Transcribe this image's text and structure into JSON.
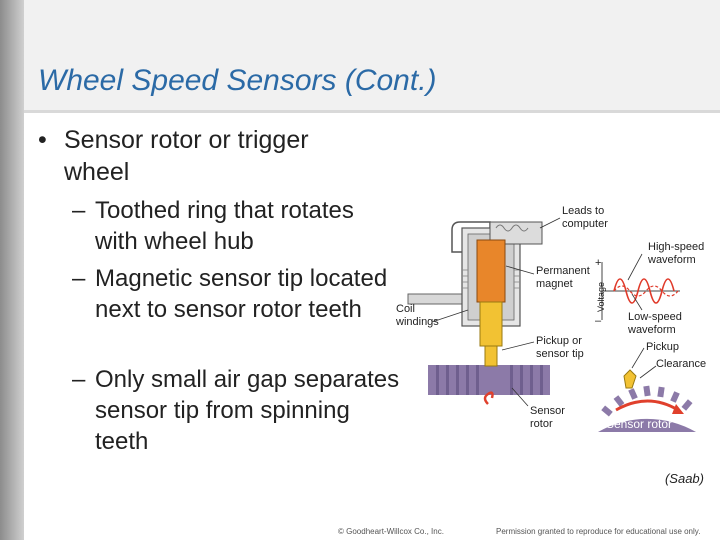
{
  "slide": {
    "title": "Wheel Speed Sensors (Cont.)",
    "bullet": {
      "text": "Sensor rotor or trigger wheel",
      "subitems": [
        "Toothed ring that rotates with wheel hub",
        "Magnetic sensor tip located next to sensor rotor teeth",
        "Only small air gap separates sensor tip from spinning teeth"
      ]
    },
    "image_credit": "(Saab)",
    "footer": {
      "copyright": "© Goodheart-Willcox Co., Inc.",
      "permission": "Permission granted to reproduce for educational use only."
    }
  },
  "figure": {
    "labels": {
      "leads_line1": "Leads to",
      "leads_line2": "computer",
      "perm_line1": "Permanent",
      "perm_line2": "magnet",
      "high_line1": "High-speed",
      "high_line2": "waveform",
      "voltage": "Voltage",
      "plus": "+",
      "minus": "–",
      "low_line1": "Low-speed",
      "low_line2": "waveform",
      "coil_line1": "Coil",
      "coil_line2": "windings",
      "pickup_tip_line1": "Pickup or",
      "pickup_tip_line2": "sensor tip",
      "pickup": "Pickup",
      "clearance": "Clearance",
      "rotor_line1": "Sensor",
      "rotor_line2": "rotor",
      "rotor_band": "Sensor rotor"
    },
    "colors": {
      "magnet": "#e8862a",
      "pickup": "#f2c233",
      "rotor": "#8c7aa8",
      "waveform": "#e03a2a",
      "arrow": "#e0402c"
    }
  }
}
